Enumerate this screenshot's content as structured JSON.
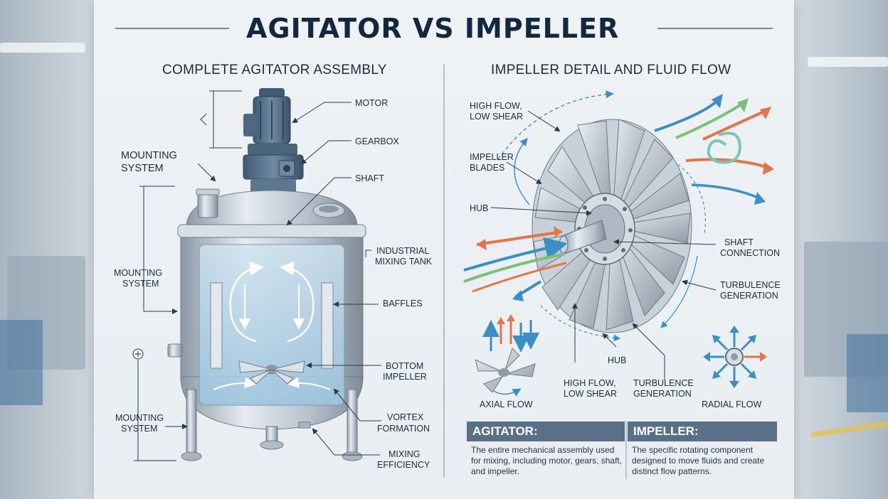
{
  "title": "AGITATOR VS IMPELLER",
  "left": {
    "heading": "COMPLETE AGITATOR ASSEMBLY",
    "labels": {
      "motor": "MOTOR",
      "gearbox": "GEARBOX",
      "shaft": "SHAFT",
      "mounting_top_1": "MOUNTING",
      "mounting_top_2": "SYSTEM",
      "tank_1": "INDUSTRIAL",
      "tank_2": "MIXING TANK",
      "mounting_mid_1": "MOUNTING",
      "mounting_mid_2": "SYSTEM",
      "baffles": "BAFFLES",
      "bottom_impeller_1": "BOTTOM",
      "bottom_impeller_2": "IMPELLER",
      "vortex_1": "VORTEX",
      "vortex_2": "FORMATION",
      "mounting_low_1": "MOUNTING",
      "mounting_low_2": "SYSTEM",
      "mixing_eff_1": "MIXING",
      "mixing_eff_2": "EFFICIENCY"
    }
  },
  "right": {
    "heading": "IMPELLER DETAIL AND FLUID FLOW",
    "labels": {
      "high_flow_top_1": "HIGH FLOW,",
      "high_flow_top_2": "LOW SHEAR",
      "blades_1": "IMPELLER",
      "blades_2": "BLADES",
      "hub_top": "HUB",
      "shaft_conn_1": "SHAFT",
      "shaft_conn_2": "CONNECTION",
      "turb_right_1": "TURBULENCE",
      "turb_right_2": "GENERATION",
      "hub_bottom": "HUB",
      "high_flow_bottom_1": "HIGH FLOW,",
      "high_flow_bottom_2": "LOW SHEAR",
      "turb_bottom_1": "TURBULENCE",
      "turb_bottom_2": "GENERATION",
      "axial": "AXIAL FLOW",
      "radial": "RADIAL FLOW"
    }
  },
  "info": {
    "agitator_title": "AGITATOR:",
    "agitator_text": "The entire mechanical assembly used for mixing, including motor, gears, shaft, and impeller.",
    "impeller_title": "IMPELLER:",
    "impeller_text": "The specific rotating component designed to move fluids and create distinct flow patterns."
  },
  "colors": {
    "title": "#13283f",
    "info_header": "#5a7088",
    "steel": "#9aa8b4",
    "flow_blue": "#3b8fc4",
    "flow_orange": "#e0764a",
    "flow_green": "#7cbf7a"
  }
}
